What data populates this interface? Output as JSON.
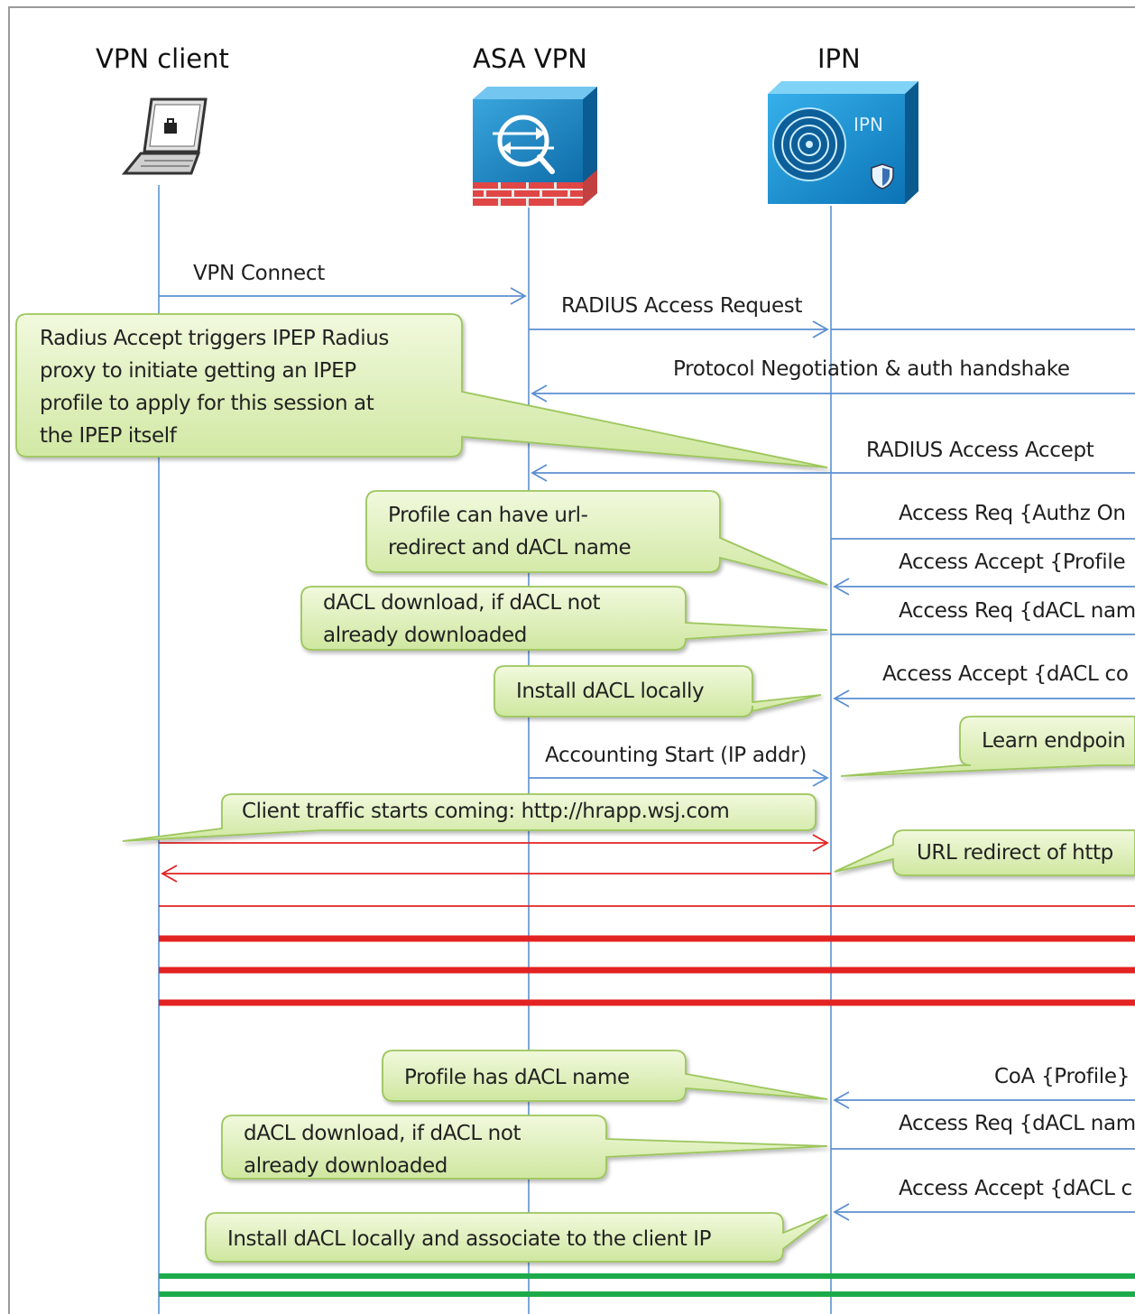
{
  "actors": {
    "vpn_client": "VPN client",
    "asa_vpn": "ASA VPN",
    "ipn": "IPN",
    "ipn_badge": "IPN"
  },
  "messages": {
    "vpn_connect": "VPN Connect",
    "radius_access_request": "RADIUS Access Request",
    "protocol_negotiation": "Protocol Negotiation & auth handshake",
    "radius_access_accept": "RADIUS Access Accept",
    "access_req_authz": "Access Req {Authz On",
    "access_accept_profile": "Access Accept {Profile",
    "access_req_dacl_1": "Access Req {dACL nam",
    "access_accept_dacl_1": "Access Accept {dACL co",
    "accounting_start": "Accounting Start (IP addr)",
    "coa_profile": "CoA {Profile}",
    "access_req_dacl_2": "Access Req {dACL nam",
    "access_accept_dacl_2": "Access Accept {dACL c"
  },
  "notes": {
    "radius_accept": "Radius Accept triggers  IPEP Radius\nproxy to initiate getting an IPEP\nprofile to apply for this session at\nthe IPEP itself",
    "profile_url": "Profile  can have url-\nredirect and dACL name",
    "dacl_download_1": "dACL download, if dACL not\nalready downloaded",
    "install_dacl": "Install dACL locally",
    "learn_endpoint": "Learn endpoin",
    "client_traffic": "Client traffic starts coming: http://hrapp.wsj.com",
    "url_redirect": "URL redirect of http",
    "profile_has_dacl": "Profile  has dACL name",
    "dacl_download_2": "dACL download, if dACL not\nalready downloaded",
    "install_dacl_assoc": "Install dACL locally and associate to the client IP"
  },
  "colors": {
    "lifeline": "#7da7d9",
    "message": "#5b8fd0",
    "traffic_red": "#e32222",
    "traffic_green": "#1daa4a",
    "note_fill": "#dcefb2",
    "note_border": "#9cc65b"
  }
}
